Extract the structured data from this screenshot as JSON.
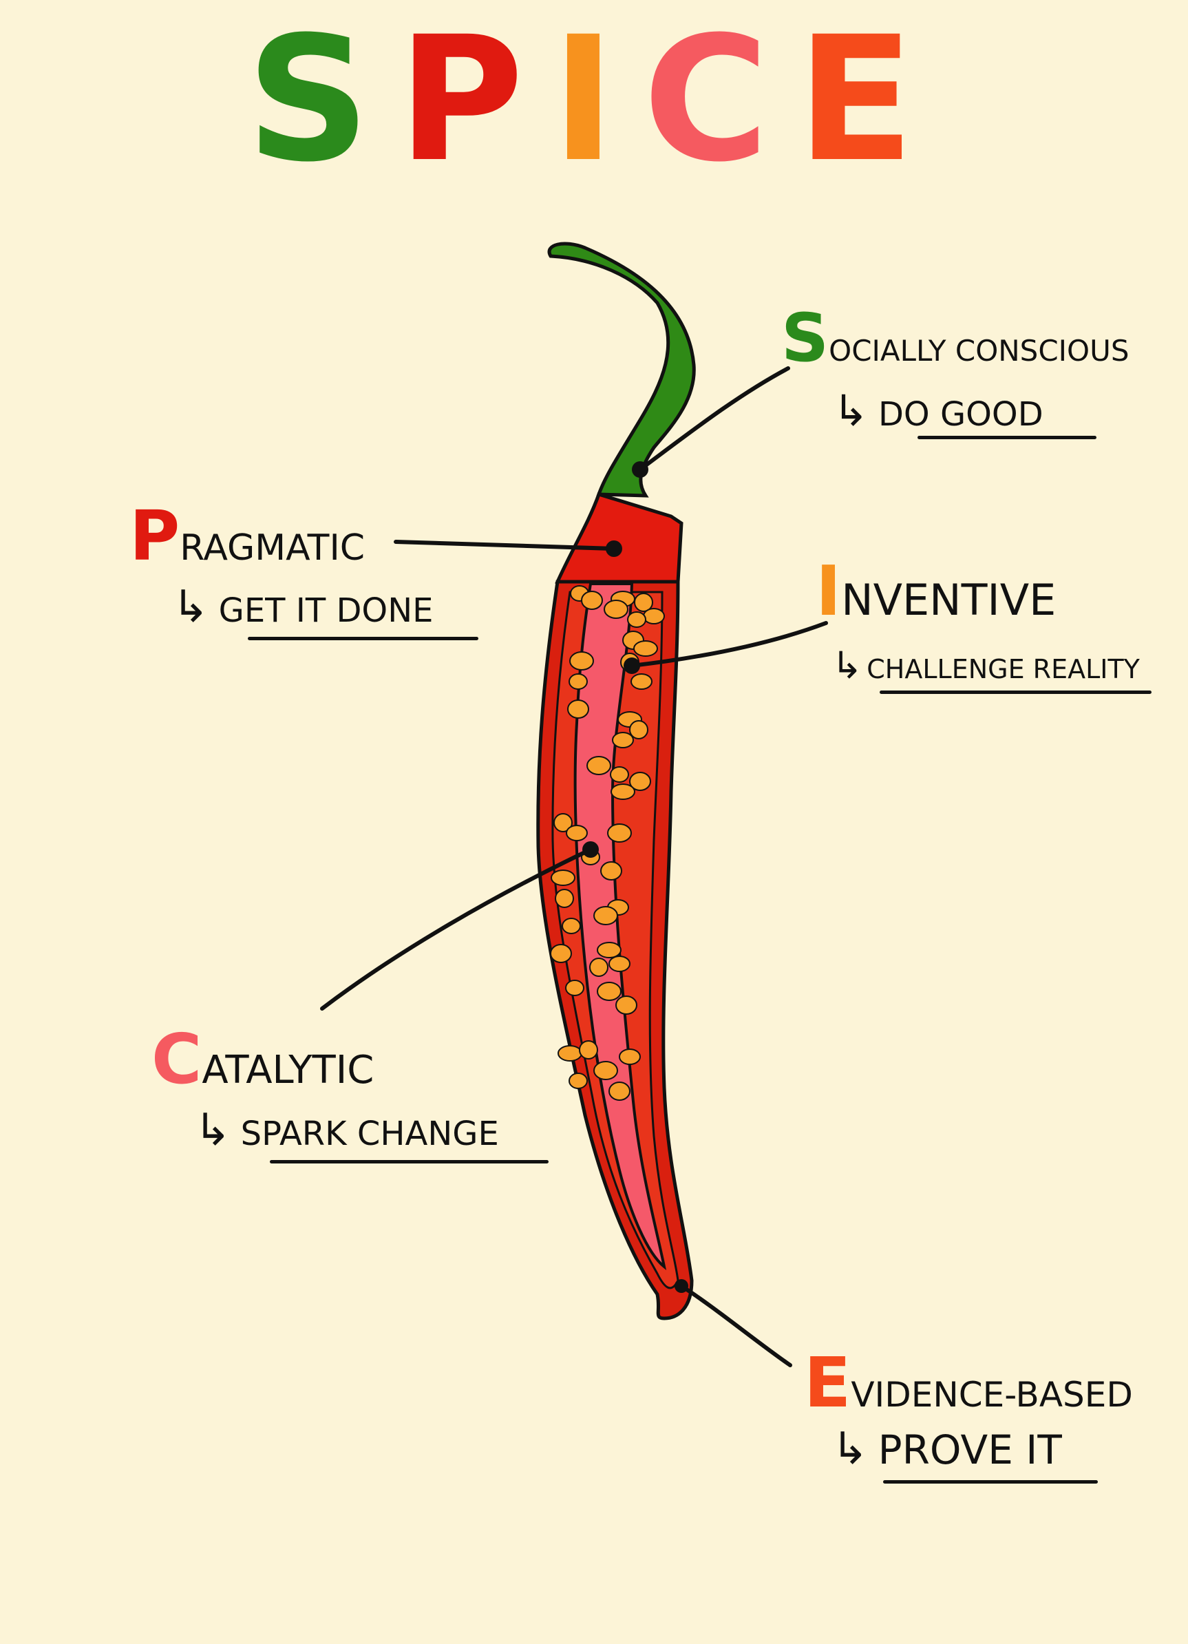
{
  "title": {
    "letters": [
      {
        "char": "S",
        "color": "#2b8a1c"
      },
      {
        "char": "P",
        "color": "#e01a10"
      },
      {
        "char": "I",
        "color": "#f7921e"
      },
      {
        "char": "C",
        "color": "#f55a60"
      },
      {
        "char": "E",
        "color": "#f54b1b"
      }
    ]
  },
  "annotations": [
    {
      "initial": "S",
      "rest": "OCIALLY CONSCIOUS",
      "color": "#2b8a1c",
      "arrow": "↳",
      "subtitle": "DO GOOD"
    },
    {
      "initial": "P",
      "rest": "RAGMATIC",
      "color": "#e01a10",
      "arrow": "↳",
      "subtitle": "GET IT DONE"
    },
    {
      "initial": "I",
      "rest": "NVENTIVE",
      "color": "#f7921e",
      "arrow": "↳",
      "subtitle": "CHALLENGE REALITY"
    },
    {
      "initial": "C",
      "rest": "ATALYTIC",
      "color": "#f55a60",
      "arrow": "↳",
      "subtitle": "SPARK CHANGE"
    },
    {
      "initial": "E",
      "rest": "VIDENCE-BASED",
      "color": "#f54b1b",
      "arrow": "↳",
      "subtitle": "PROVE IT"
    }
  ],
  "colors": {
    "background": "#fcf4d7",
    "stem": "#2f8a16",
    "cap": "#e31b0f",
    "pepper_outer": "#d9200f",
    "pepper_flesh": "#e8341b",
    "pepper_core": "#f5596a",
    "seed": "#f7a02a",
    "ink": "#111111"
  }
}
